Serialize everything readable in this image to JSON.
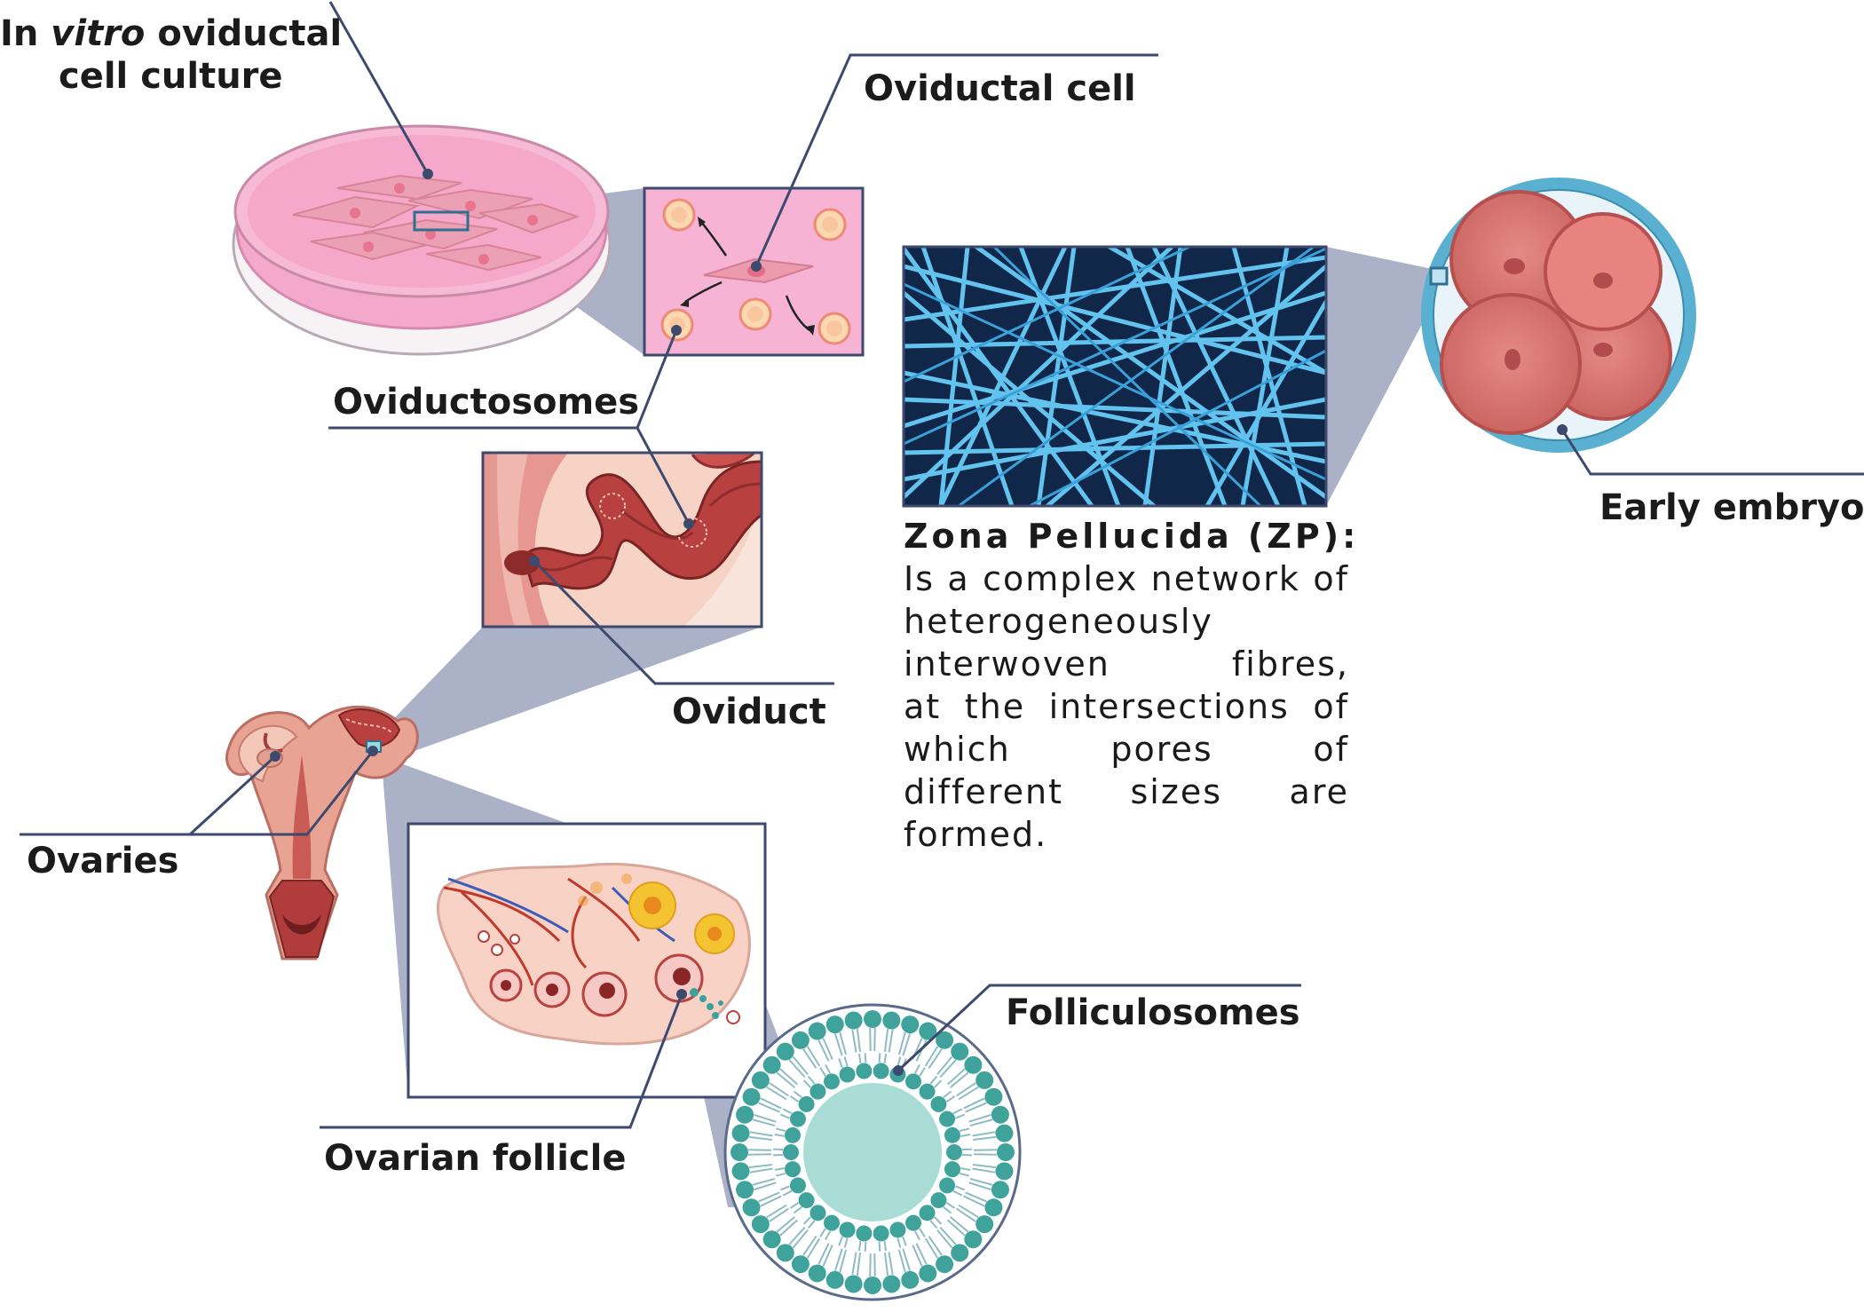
{
  "labels": {
    "culture_prefix": "In ",
    "culture_italic": "vitro",
    "culture_suffix": " oviductal",
    "culture_line2": "cell culture",
    "oviductal_cell": "Oviductal cell",
    "oviductosomes": "Oviductosomes",
    "oviduct": "Oviduct",
    "ovaries": "Ovaries",
    "ovarian_follicle": "Ovarian follicle",
    "folliculosomes": "Folliculosomes",
    "early_embryo": "Early embryo"
  },
  "zona_pellucida": {
    "title": "Zona Pellucida (ZP):",
    "lines": [
      "Is a complex network of",
      "heterogeneously",
      "interwoven fibres,",
      "at the intersections of",
      "which pores of",
      "different sizes are",
      "formed."
    ]
  },
  "colors": {
    "connector": "#3d4a6e",
    "zoom_cone": "#9aa3bf",
    "dish_pink": "#f3a7cc",
    "fibre_blue": "#5fc0ea",
    "fibre_bg": "#13294a",
    "embryo_cell": "#d9706c",
    "membrane_teal": "#4aa7a0",
    "follicle_yellow": "#f4c430",
    "tissue_red": "#a8383a"
  }
}
